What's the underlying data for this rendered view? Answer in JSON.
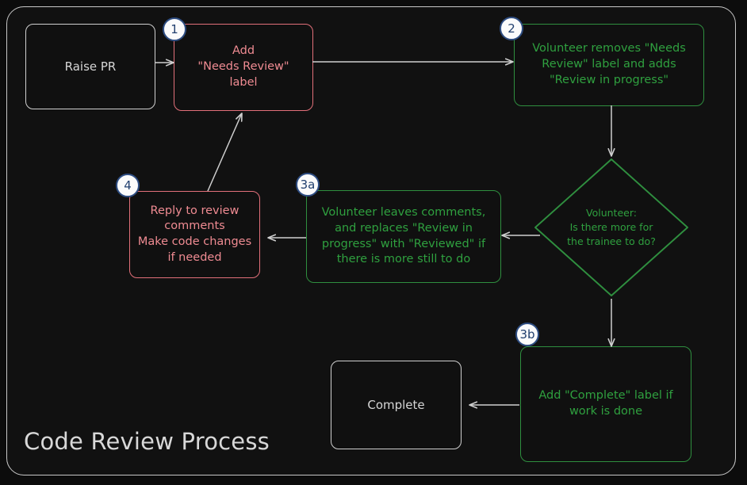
{
  "diagram": {
    "title": "Code Review Process",
    "type": "flowchart",
    "colors": {
      "background": "#0c0c0c",
      "frame_border": "#c8c8c8",
      "neutral_stroke": "#d0d0d0",
      "neutral_text": "#d6d6d6",
      "red_stroke": "#e2707a",
      "red_text": "#ef8b92",
      "green_stroke": "#2f8f3f",
      "green_text": "#2fa03f",
      "badge_fill": "#fbfbfb",
      "badge_border": "#2e4d82",
      "badge_text": "#22406f",
      "edge_stroke": "#cfcfcf"
    },
    "nodes": [
      {
        "id": "raise-pr",
        "label": "Raise PR",
        "shape": "rounded-rect",
        "style": "neutral",
        "badge": null
      },
      {
        "id": "add-needs-review",
        "label": "Add\n\"Needs Review\"\nlabel",
        "shape": "rounded-rect",
        "style": "red",
        "badge": "1"
      },
      {
        "id": "volunteer-removes",
        "label": "Volunteer removes \"Needs\nReview\" label and adds\n\"Review in progress\"",
        "shape": "rounded-rect",
        "style": "green",
        "badge": "2"
      },
      {
        "id": "decision-more-work",
        "label": "Volunteer:\nIs there more for\nthe trainee to do?",
        "shape": "diamond",
        "style": "green",
        "badge": null
      },
      {
        "id": "volunteer-leaves-comments",
        "label": "Volunteer leaves comments,\nand replaces \"Review in\nprogress\" with \"Reviewed\" if\nthere is more still to do",
        "shape": "rounded-rect",
        "style": "green",
        "badge": "3a"
      },
      {
        "id": "reply-to-review",
        "label": "Reply to review\ncomments\nMake code changes\nif needed",
        "shape": "rounded-rect",
        "style": "red",
        "badge": "4"
      },
      {
        "id": "add-complete-label",
        "label": "Add \"Complete\" label if\nwork is done",
        "shape": "rounded-rect",
        "style": "green",
        "badge": "3b"
      },
      {
        "id": "complete",
        "label": "Complete",
        "shape": "rounded-rect",
        "style": "neutral",
        "badge": null
      }
    ],
    "badges": [
      {
        "id": "badge-1",
        "text": "1"
      },
      {
        "id": "badge-2",
        "text": "2"
      },
      {
        "id": "badge-3a",
        "text": "3a"
      },
      {
        "id": "badge-3b",
        "text": "3b"
      },
      {
        "id": "badge-4",
        "text": "4"
      }
    ],
    "edges": [
      {
        "from": "raise-pr",
        "to": "add-needs-review",
        "label": ""
      },
      {
        "from": "add-needs-review",
        "to": "volunteer-removes",
        "label": ""
      },
      {
        "from": "volunteer-removes",
        "to": "decision-more-work",
        "label": ""
      },
      {
        "from": "decision-more-work",
        "to": "volunteer-leaves-comments",
        "label": ""
      },
      {
        "from": "decision-more-work",
        "to": "add-complete-label",
        "label": ""
      },
      {
        "from": "volunteer-leaves-comments",
        "to": "reply-to-review",
        "label": ""
      },
      {
        "from": "reply-to-review",
        "to": "add-needs-review",
        "label": ""
      },
      {
        "from": "add-complete-label",
        "to": "complete",
        "label": ""
      }
    ]
  }
}
